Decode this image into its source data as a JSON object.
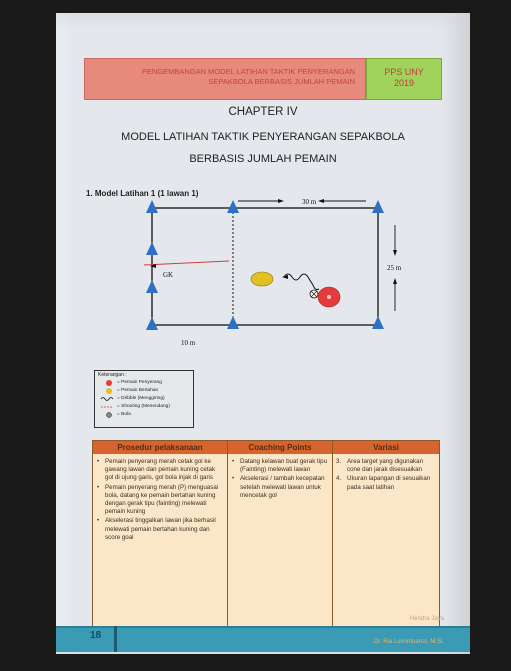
{
  "header": {
    "banner_line1": "PENGEMBANGAN MODEL LATIHAN TAKTIK PENYERANGAN",
    "banner_line2": "SEPAKBOLA BERBASIS JUMLAH PEMAIN",
    "badge_line1": "PPS UNY",
    "badge_line2": "2019"
  },
  "chapter": "CHAPTER IV",
  "title_line1": "MODEL LATIHAN TAKTIK PENYERANGAN SEPAKBOLA",
  "title_line2": "BERBASIS JUMLAH PEMAIN",
  "section": "1.  Model Latihan 1 (1 lawan 1)",
  "diagram": {
    "width_label": "30 m",
    "height_label": "25 m",
    "bottom_label": "10 m",
    "gk_label": "GK"
  },
  "legend": {
    "title": "Keterangan :",
    "items": [
      "= Pemain Penyerang",
      "= Pemain Bertahan",
      "= Dribble (Menggiring)",
      "= Shooting (Menendang)",
      "= Bola"
    ]
  },
  "table": {
    "headers": [
      "Prosedur pelaksanaan",
      "Coaching Points",
      "Variasi"
    ],
    "col1": [
      "Pemain penyerang merah cetak gol ke gawang lawan dan pemain kuning cetak gol di ujung garis, gol bola injak di garis",
      "Pemain penyerang merah (P) menguasai bola, datang ke pemain bertahan kuning dengan gerak tipu (fainting) melewati pemain kuning",
      "Akselerasi tinggalkan lawan jika berhasil melewati pemain bertahan kuning dan score goal"
    ],
    "col2": [
      "Datang kelawan buat gerak tipu (Fainting) melewati lawan",
      "Akselerasi / tambah kecepatan setelah melewati lawan untuk mencetak gol"
    ],
    "col3": [
      "Area target yang digunakan cone dan jarak disesuaikan",
      "Ukuran lapangan di sesuaikan pada saat latihan"
    ],
    "col3_numbers": [
      "3.",
      "4."
    ]
  },
  "footer": {
    "page_number": "18",
    "author1": "Hendra Jaya",
    "author2": "Dr. Ria Lumintuarso, M.Si."
  },
  "colors": {
    "banner": "#e7897d",
    "badge": "#9fd35c",
    "table_header": "#d5642f",
    "footer": "#3b9ab4",
    "cone": "#2f6fc4",
    "attacker": "#e53b3b",
    "defender": "#e2c020"
  }
}
